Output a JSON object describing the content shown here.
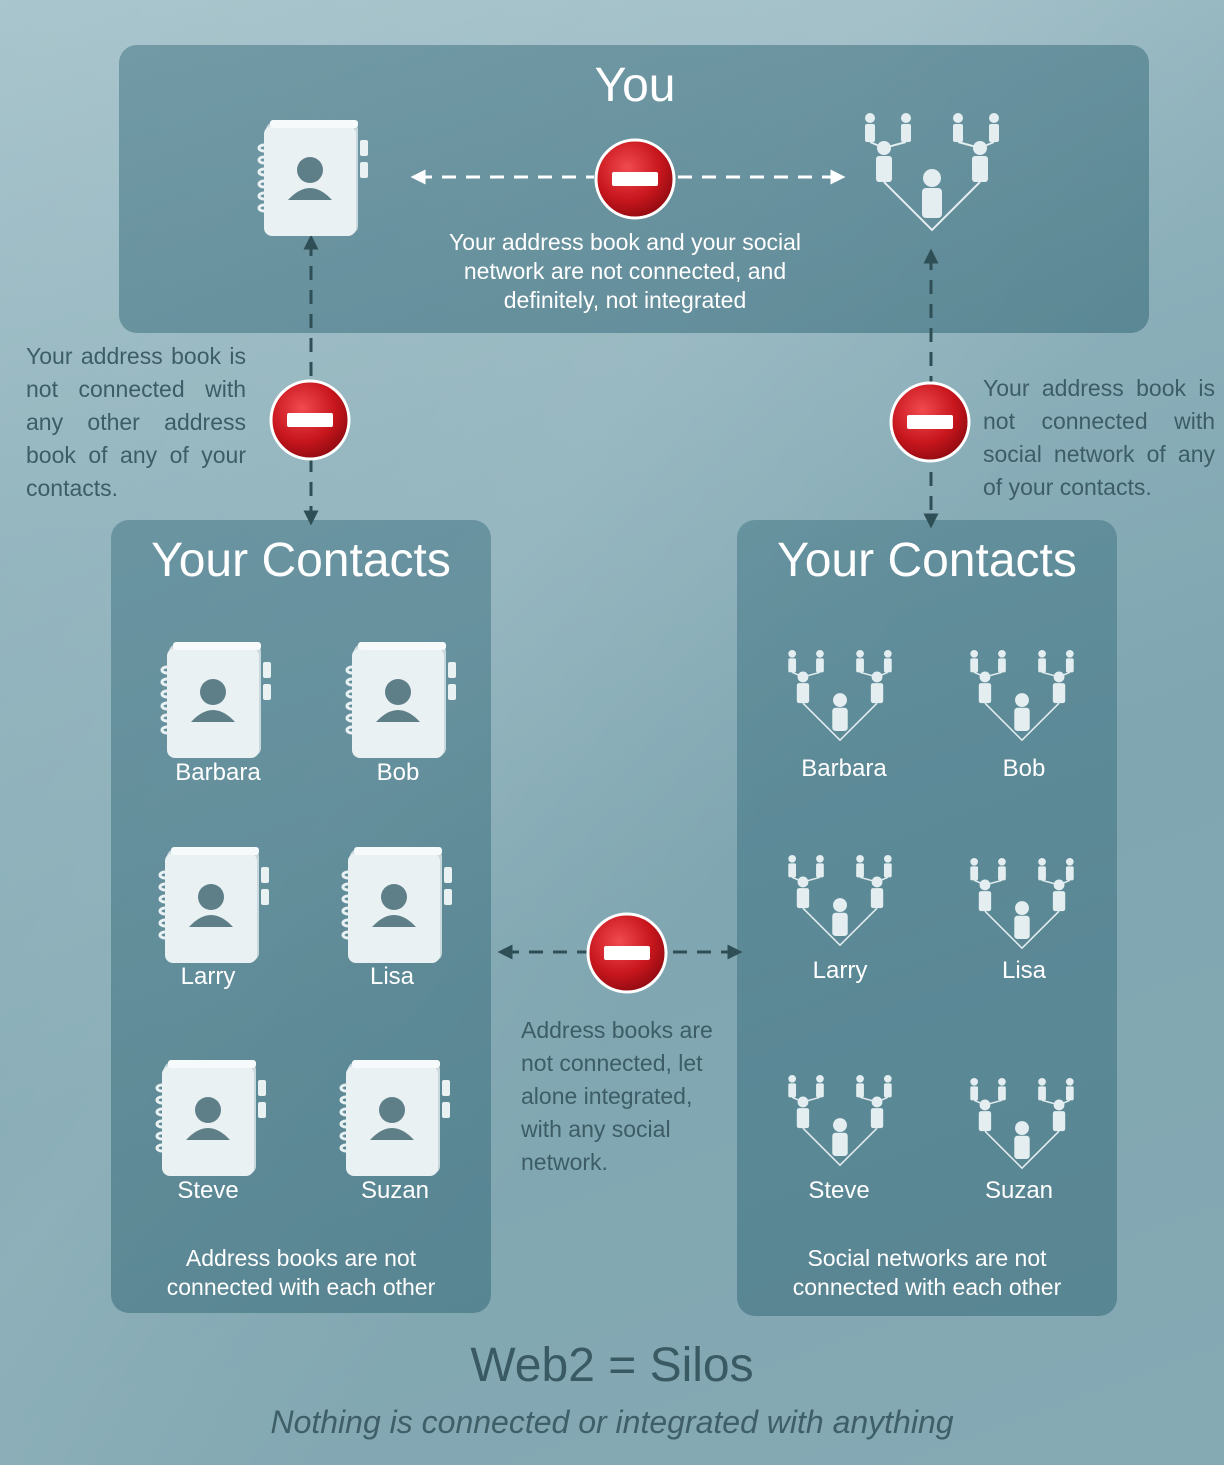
{
  "top": {
    "title": "You",
    "note_lines": [
      "Your address book and your social",
      "network are not connected, and",
      "definitely, not integrated"
    ]
  },
  "left_side_note": "Your address book is not connected with any other address book of any of your contacts.",
  "right_side_note": "Your address book is not connected with social network of any of your contacts.",
  "middle_note": "Address books are not connected, let alone integrated, with any social network.",
  "left_panel": {
    "title": "Your Contacts",
    "contacts": [
      "Barbara",
      "Bob",
      "Larry",
      "Lisa",
      "Steve",
      "Suzan"
    ],
    "note_lines": [
      "Address books are not",
      "connected with each other"
    ]
  },
  "right_panel": {
    "title": "Your Contacts",
    "contacts": [
      "Barbara",
      "Bob",
      "Larry",
      "Lisa",
      "Steve",
      "Suzan"
    ],
    "note_lines": [
      "Social networks are not",
      "connected with each other"
    ]
  },
  "footer": {
    "title": "Web2 = Silos",
    "subtitle": "Nothing is connected or integrated with anything"
  },
  "icons": {
    "address_book": "address-book-icon",
    "social_network": "social-network-icon",
    "blocked": "no-entry-icon"
  },
  "colors": {
    "blocked_red": "#c8161d",
    "arrow": "#2f4f57",
    "text_dark": "#3a5a63"
  }
}
